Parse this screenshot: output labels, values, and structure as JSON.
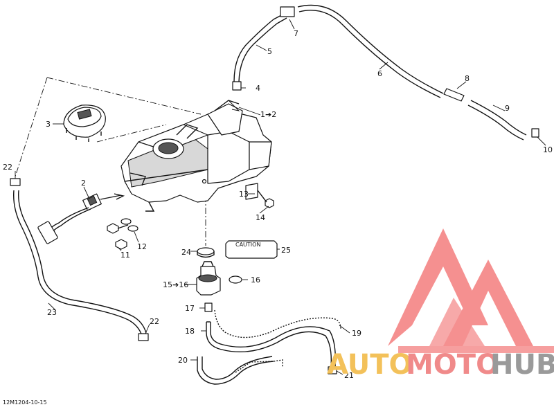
{
  "drawing_code": "12M1204-10-15",
  "callouts": [
    {
      "id": "c1",
      "text": "1➔2"
    },
    {
      "id": "c2",
      "text": "2"
    },
    {
      "id": "c3",
      "text": "3"
    },
    {
      "id": "c4",
      "text": "4"
    },
    {
      "id": "c5",
      "text": "5"
    },
    {
      "id": "c6",
      "text": "6"
    },
    {
      "id": "c7",
      "text": "7"
    },
    {
      "id": "c8",
      "text": "8"
    },
    {
      "id": "c9",
      "text": "9"
    },
    {
      "id": "c10",
      "text": "10"
    },
    {
      "id": "c11",
      "text": "11"
    },
    {
      "id": "c12",
      "text": "12"
    },
    {
      "id": "c13",
      "text": "13"
    },
    {
      "id": "c14",
      "text": "14"
    },
    {
      "id": "c15",
      "text": "15➔16"
    },
    {
      "id": "c16",
      "text": "16"
    },
    {
      "id": "c17",
      "text": "17"
    },
    {
      "id": "c18",
      "text": "18"
    },
    {
      "id": "c19",
      "text": "19"
    },
    {
      "id": "c20",
      "text": "20"
    },
    {
      "id": "c21",
      "text": "21"
    },
    {
      "id": "c22a",
      "text": "22"
    },
    {
      "id": "c22b",
      "text": "22"
    },
    {
      "id": "c23",
      "text": "23"
    },
    {
      "id": "c24",
      "text": "24"
    },
    {
      "id": "c25",
      "text": "25"
    }
  ],
  "caution_label": "CAUTION",
  "watermark": {
    "text_a": "AUTO",
    "text_b": "MOTO",
    "text_c": "HUB",
    "color_a": "#f3c15a",
    "color_b": "#f08a8a",
    "color_c": "#9a9a9a",
    "logo_color": "#f0605f"
  }
}
